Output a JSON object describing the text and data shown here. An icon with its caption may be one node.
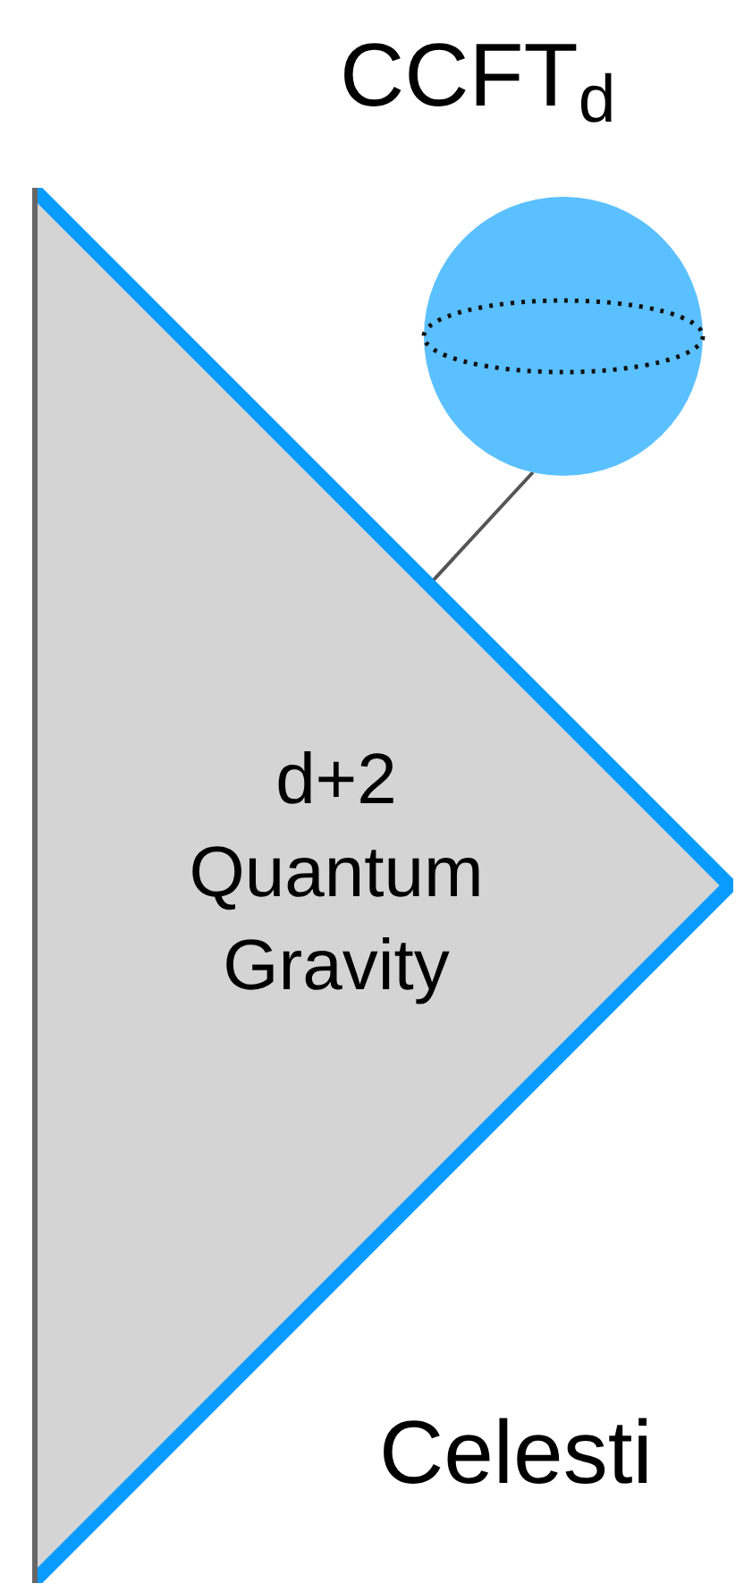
{
  "diagram": {
    "nodes": [
      {
        "text": [
          "d+2 Quantum Gravity"
        ]
      },
      {
        "text": [],
        "shape": "circle",
        "beside": [
          "CCFT$_{d}$"
        ]
      }
    ],
    "edges": [
      {
        "from": 1,
        "to": 0,
        "arrow": "none"
      }
    ],
    "labels": [
      "Celesti"
    ]
  }
}
